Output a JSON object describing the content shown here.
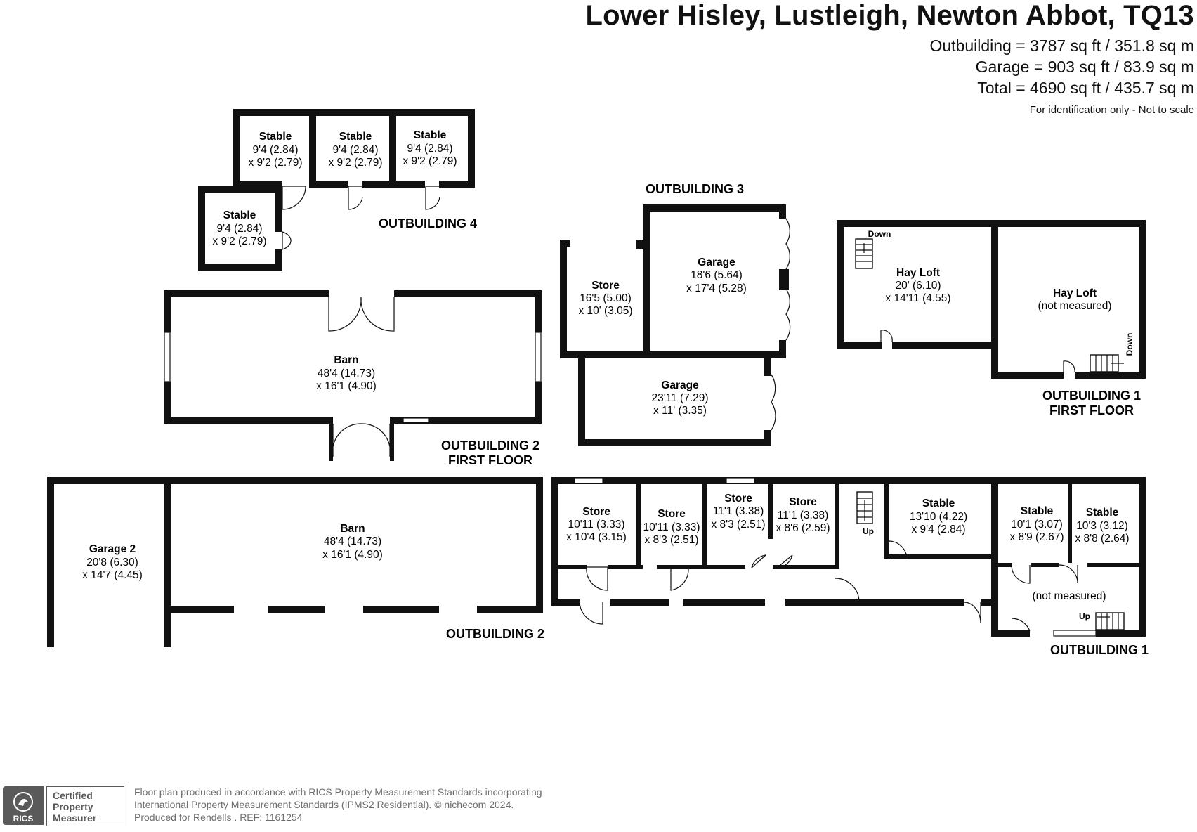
{
  "header": {
    "title": "Lower Hisley, Lustleigh, Newton Abbot, TQ13",
    "area_outbuilding": "Outbuilding = 3787 sq ft / 351.8 sq m",
    "area_garage": "Garage = 903 sq ft / 83.9 sq m",
    "area_total": "Total = 4690 sq ft / 435.7 sq m",
    "disclaimer": "For identification only - Not to scale"
  },
  "rooms": {
    "ob4_stable_a": {
      "name": "Stable",
      "dim1": "9'4 (2.84)",
      "dim2": "x 9'2 (2.79)"
    },
    "ob4_stable_b": {
      "name": "Stable",
      "dim1": "9'4 (2.84)",
      "dim2": "x 9'2 (2.79)"
    },
    "ob4_stable_c": {
      "name": "Stable",
      "dim1": "9'4 (2.84)",
      "dim2": "x 9'2 (2.79)"
    },
    "ob4_stable_d": {
      "name": "Stable",
      "dim1": "9'4 (2.84)",
      "dim2": "x 9'2 (2.79)"
    },
    "ob2ff_barn": {
      "name": "Barn",
      "dim1": "48'4 (14.73)",
      "dim2": "x 16'1 (4.90)"
    },
    "ob3_store": {
      "name": "Store",
      "dim1": "16'5 (5.00)",
      "dim2": "x 10' (3.05)"
    },
    "ob3_garage_a": {
      "name": "Garage",
      "dim1": "18'6 (5.64)",
      "dim2": "x 17'4 (5.28)"
    },
    "ob3_garage_b": {
      "name": "Garage",
      "dim1": "23'11 (7.29)",
      "dim2": "x 11' (3.35)"
    },
    "ob1ff_hayloft_a": {
      "name": "Hay Loft",
      "dim1": "20' (6.10)",
      "dim2": "x 14'11 (4.55)"
    },
    "ob1ff_hayloft_b": {
      "name": "Hay Loft",
      "dim1": "(not measured)"
    },
    "ob2_garage2": {
      "name": "Garage 2",
      "dim1": "20'8 (6.30)",
      "dim2": "x 14'7 (4.45)"
    },
    "ob2_barn": {
      "name": "Barn",
      "dim1": "48'4 (14.73)",
      "dim2": "x 16'1 (4.90)"
    },
    "ob1_store_a": {
      "name": "Store",
      "dim1": "10'11 (3.33)",
      "dim2": "x 10'4 (3.15)"
    },
    "ob1_store_b": {
      "name": "Store",
      "dim1": "10'11 (3.33)",
      "dim2": "x 8'3 (2.51)"
    },
    "ob1_store_c": {
      "name": "Store",
      "dim1": "11'1 (3.38)",
      "dim2": "x 8'3 (2.51)"
    },
    "ob1_store_d": {
      "name": "Store",
      "dim1": "11'1 (3.38)",
      "dim2": "x 8'6 (2.59)"
    },
    "ob1_stable_a": {
      "name": "Stable",
      "dim1": "13'10 (4.22)",
      "dim2": "x 9'4 (2.84)"
    },
    "ob1_stable_b": {
      "name": "Stable",
      "dim1": "10'1 (3.07)",
      "dim2": "x 8'9 (2.67)"
    },
    "ob1_stable_c": {
      "name": "Stable",
      "dim1": "10'3 (3.12)",
      "dim2": "x 8'8 (2.64)"
    },
    "ob1_not_measured": {
      "dim1": "(not measured)"
    }
  },
  "sections": {
    "ob4": "OUTBUILDING 4",
    "ob3": "OUTBUILDING 3",
    "ob2ff_a": "OUTBUILDING 2",
    "ob2ff_b": "FIRST FLOOR",
    "ob1ff_a": "OUTBUILDING 1",
    "ob1ff_b": "FIRST FLOOR",
    "ob2": "OUTBUILDING 2",
    "ob1": "OUTBUILDING 1"
  },
  "stairs": {
    "down1": "Down",
    "down2": "Down",
    "up1": "Up",
    "up2": "Up"
  },
  "footer": {
    "line1": "Floor plan produced in accordance with RICS Property Measurement Standards incorporating",
    "line2": "International Property Measurement Standards (IPMS2 Residential).   © nichecom 2024.",
    "line3": "Produced for Rendells .   REF:  1161254",
    "badge_line1": "Certified",
    "badge_line2": "Property",
    "badge_line3": "Measurer",
    "logo_text": "RICS"
  },
  "colors": {
    "wall": "#111111",
    "footer_text": "#6d6d6d",
    "badge": "#5a5a5a"
  }
}
